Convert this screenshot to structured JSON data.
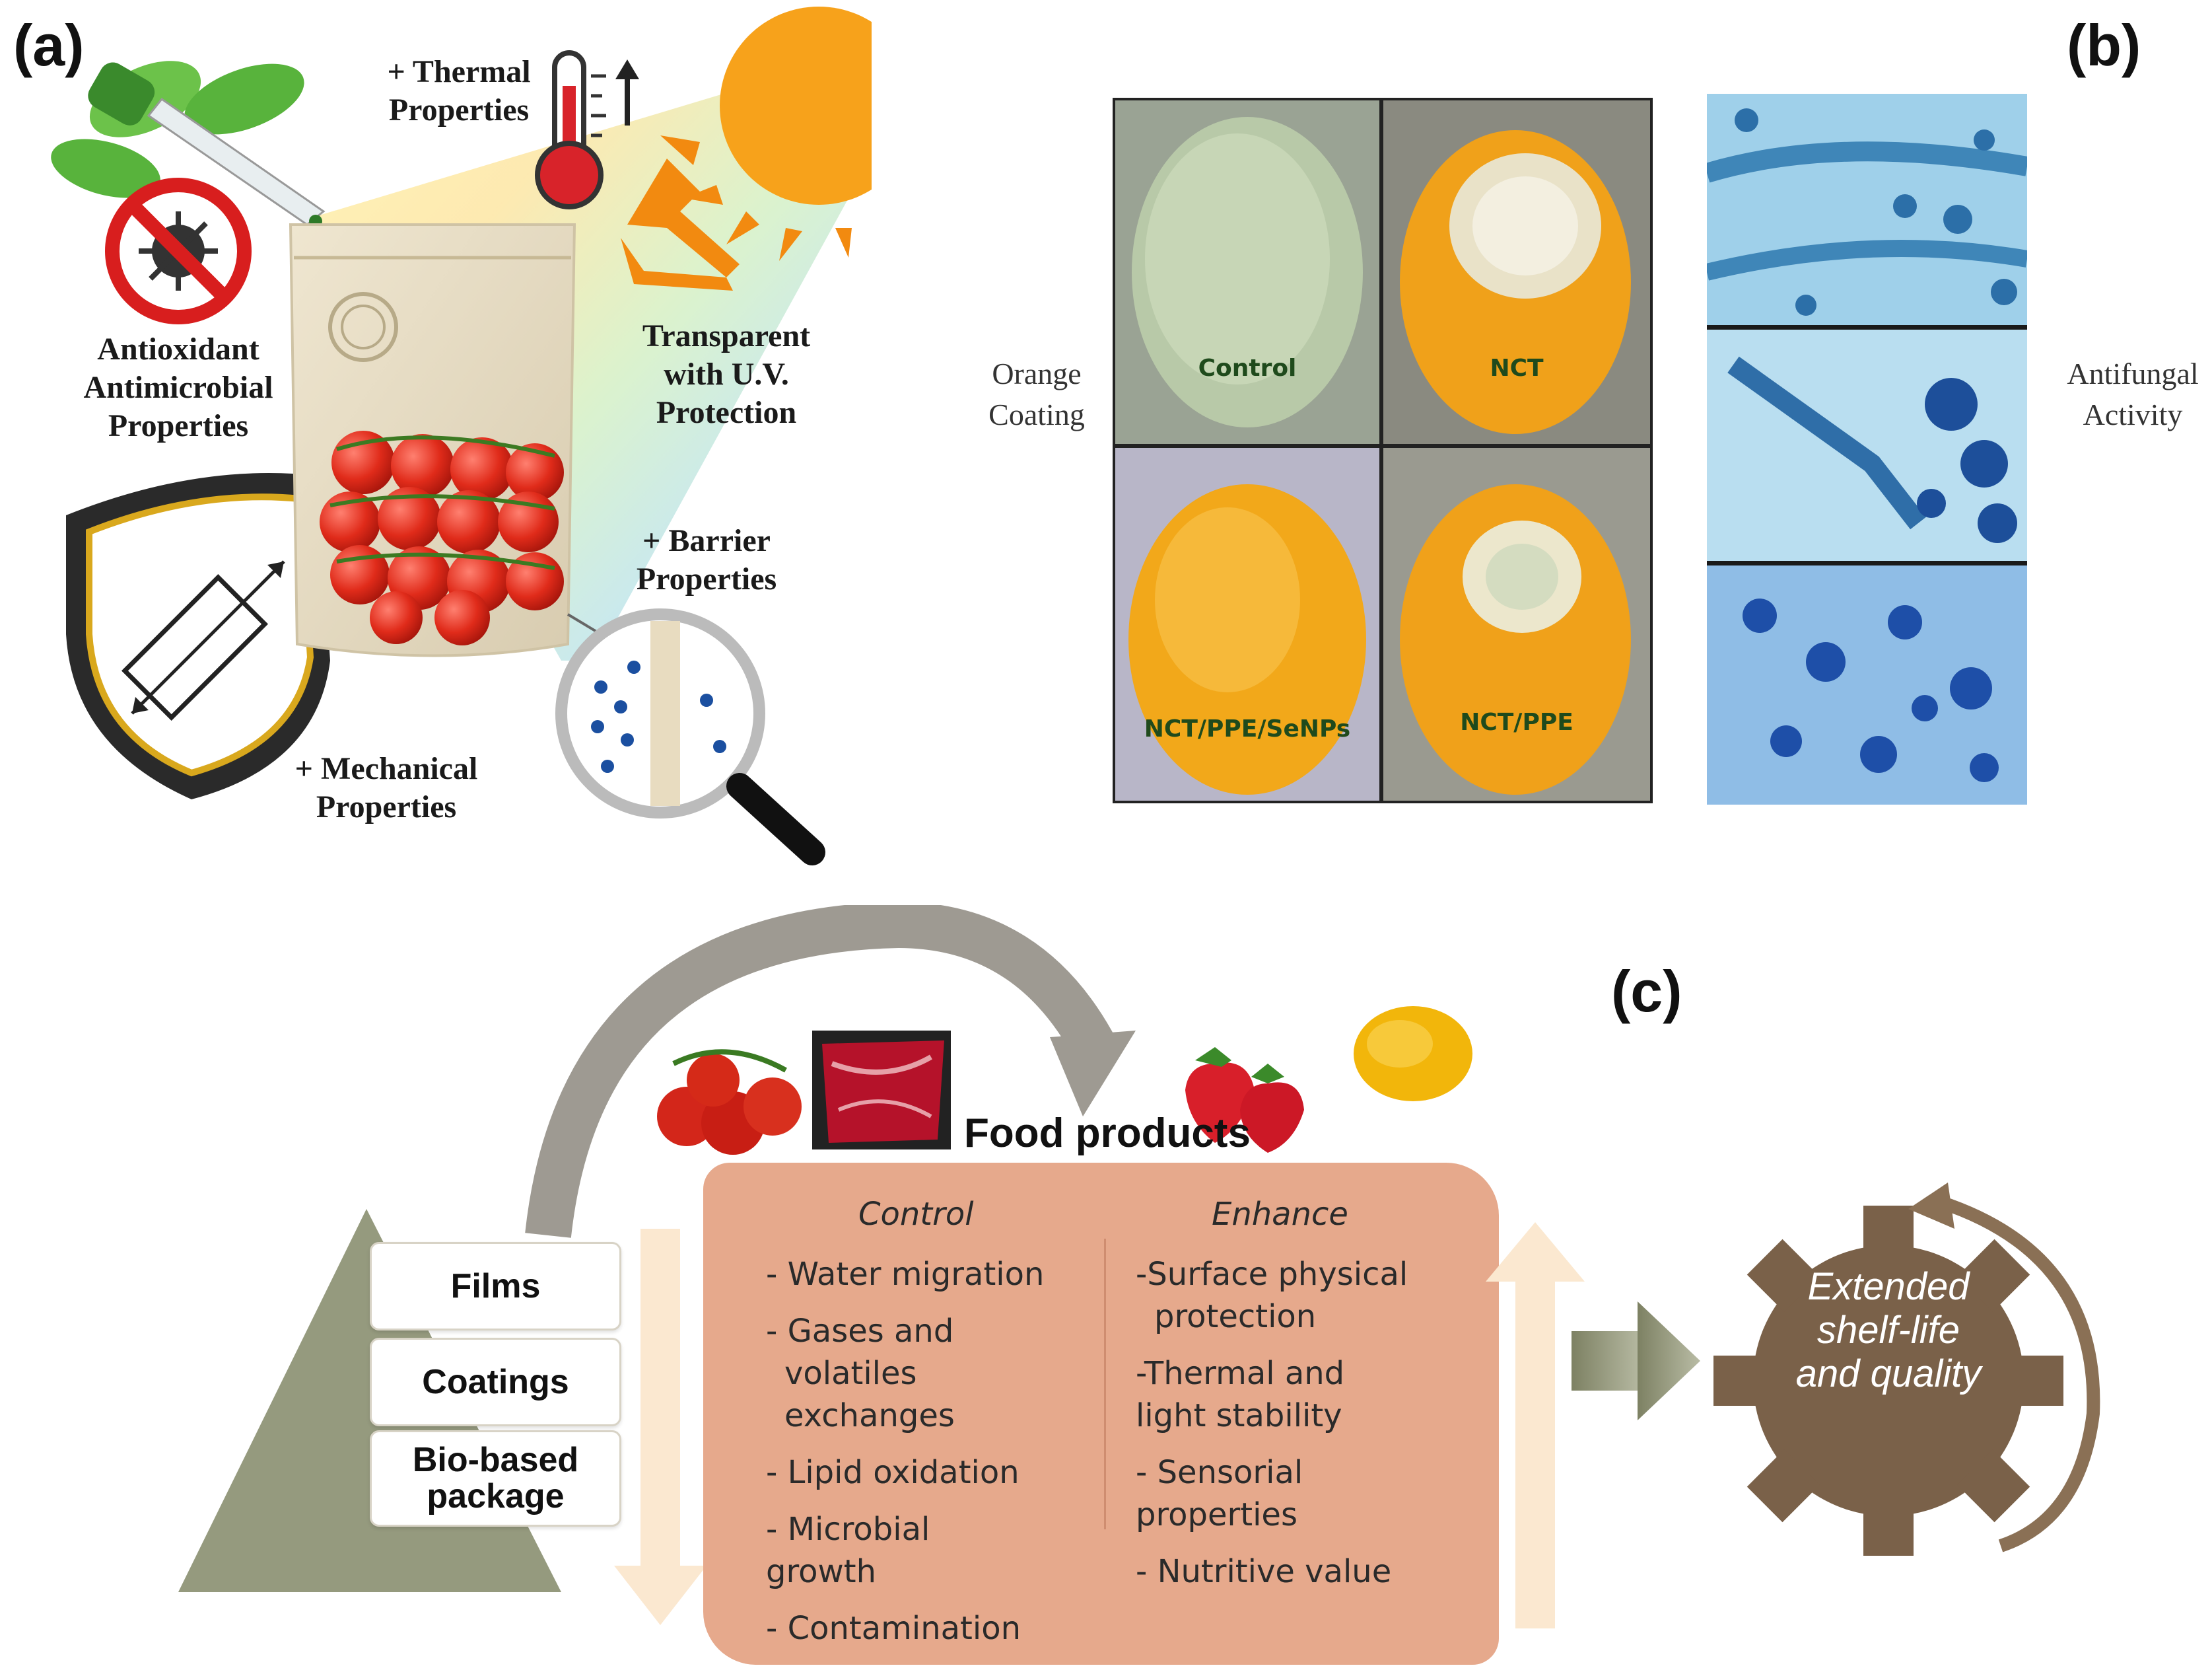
{
  "panel_a": {
    "letter": "(a)",
    "labels": {
      "thermal_1": "+ Thermal",
      "thermal_2": "Properties",
      "antioxidant_1": "Antioxidant",
      "antioxidant_2": "Antimicrobial",
      "antioxidant_3": "Properties",
      "transparent_1": "Transparent",
      "transparent_2": "with U.V.",
      "transparent_3": "Protection",
      "barrier_1": "+ Barrier",
      "barrier_2": "Properties",
      "mechanical_1": "+ Mechanical",
      "mechanical_2": "Properties"
    }
  },
  "panel_b": {
    "letter": "(b)",
    "side_left_1": "Orange",
    "side_left_2": "Coating",
    "side_right_1": "Antifungal",
    "side_right_2": "Activity",
    "photos": [
      "Control",
      "NCT",
      "NCT/PPE/SeNPs",
      "NCT/PPE"
    ]
  },
  "panel_c": {
    "letter": "(c)",
    "food_products": "Food products",
    "pyramid": [
      "Films",
      "Coatings",
      "Bio-based package"
    ],
    "control_head": "Control",
    "enhance_head": "Enhance",
    "control_items": [
      "- Water migration",
      "- Gases and",
      "volatiles",
      "exchanges",
      "- Lipid oxidation",
      "- Microbial",
      "growth",
      "- Contamination"
    ],
    "enhance_items": [
      "-Surface physical",
      "protection",
      "-Thermal and",
      "light stability",
      "- Sensorial",
      "properties",
      "- Nutritive value"
    ],
    "gear_1": "Extended",
    "gear_2": "shelf-life",
    "gear_3": "and quality"
  }
}
